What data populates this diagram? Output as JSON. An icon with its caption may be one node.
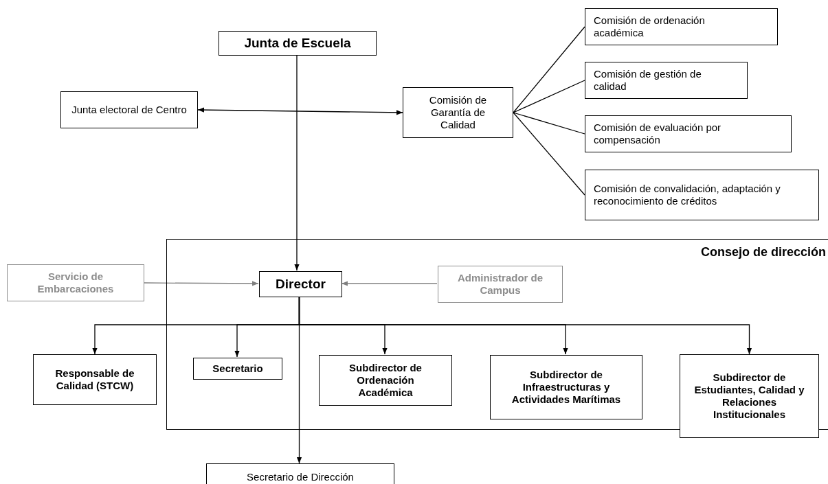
{
  "diagram": {
    "nodes": [
      {
        "text": [
          "Junta de Escuela"
        ]
      },
      {
        "text": [
          "Junta electoral de Centro"
        ]
      },
      {
        "text": [
          "Comisión de Garantía de Calidad"
        ]
      },
      {
        "text": [
          "Comisión de ordenación académica"
        ]
      },
      {
        "text": [
          "Comisión de gestión de calidad"
        ]
      },
      {
        "text": [
          "Comisión de evaluación por compensación"
        ]
      },
      {
        "text": [
          "Comisión de convalidación, adaptación y reconocimiento de créditos"
        ]
      },
      {
        "text": [
          "Consejo de dirección"
        ]
      },
      {
        "text": [
          "Servicio de Embarcaciones"
        ]
      },
      {
        "text": [
          "Director"
        ],
        "in": 7
      },
      {
        "text": [
          "Administrador de Campus"
        ],
        "in": 7
      },
      {
        "text": [
          "Responsable de Calidad (STCW)"
        ]
      },
      {
        "text": [
          "Secretario"
        ],
        "in": 7
      },
      {
        "text": [
          "Subdirector de Ordenación Académica"
        ],
        "in": 7
      },
      {
        "text": [
          "Subdirector de Infraestructuras y Actividades Marítimas"
        ],
        "in": 7
      },
      {
        "text": [
          "Subdirector de Estudiantes, Calidad y Relaciones Institucionales"
        ]
      },
      {
        "text": [
          "Secretario de Dirección"
        ]
      }
    ],
    "edges": [
      {
        "from": 0,
        "to": 9,
        "arrow": "to"
      },
      {
        "from": 1,
        "to": 2,
        "arrow": "both"
      },
      {
        "from": 2,
        "to": 3,
        "arrow": "none"
      },
      {
        "from": 2,
        "to": 4,
        "arrow": "none"
      },
      {
        "from": 2,
        "to": 5,
        "arrow": "none"
      },
      {
        "from": 2,
        "to": 6,
        "arrow": "none"
      },
      {
        "from": 8,
        "to": 9,
        "arrow": "to",
        "color": "#808080"
      },
      {
        "from": 10,
        "to": 9,
        "arrow": "to",
        "color": "#808080"
      },
      {
        "from": 9,
        "to": 11,
        "arrow": "to"
      },
      {
        "from": 9,
        "to": 12,
        "arrow": "to"
      },
      {
        "from": 9,
        "to": 13,
        "arrow": "to"
      },
      {
        "from": 9,
        "to": 14,
        "arrow": "to"
      },
      {
        "from": 9,
        "to": 15,
        "arrow": "to"
      },
      {
        "from": 9,
        "to": 16,
        "arrow": "to"
      }
    ]
  }
}
